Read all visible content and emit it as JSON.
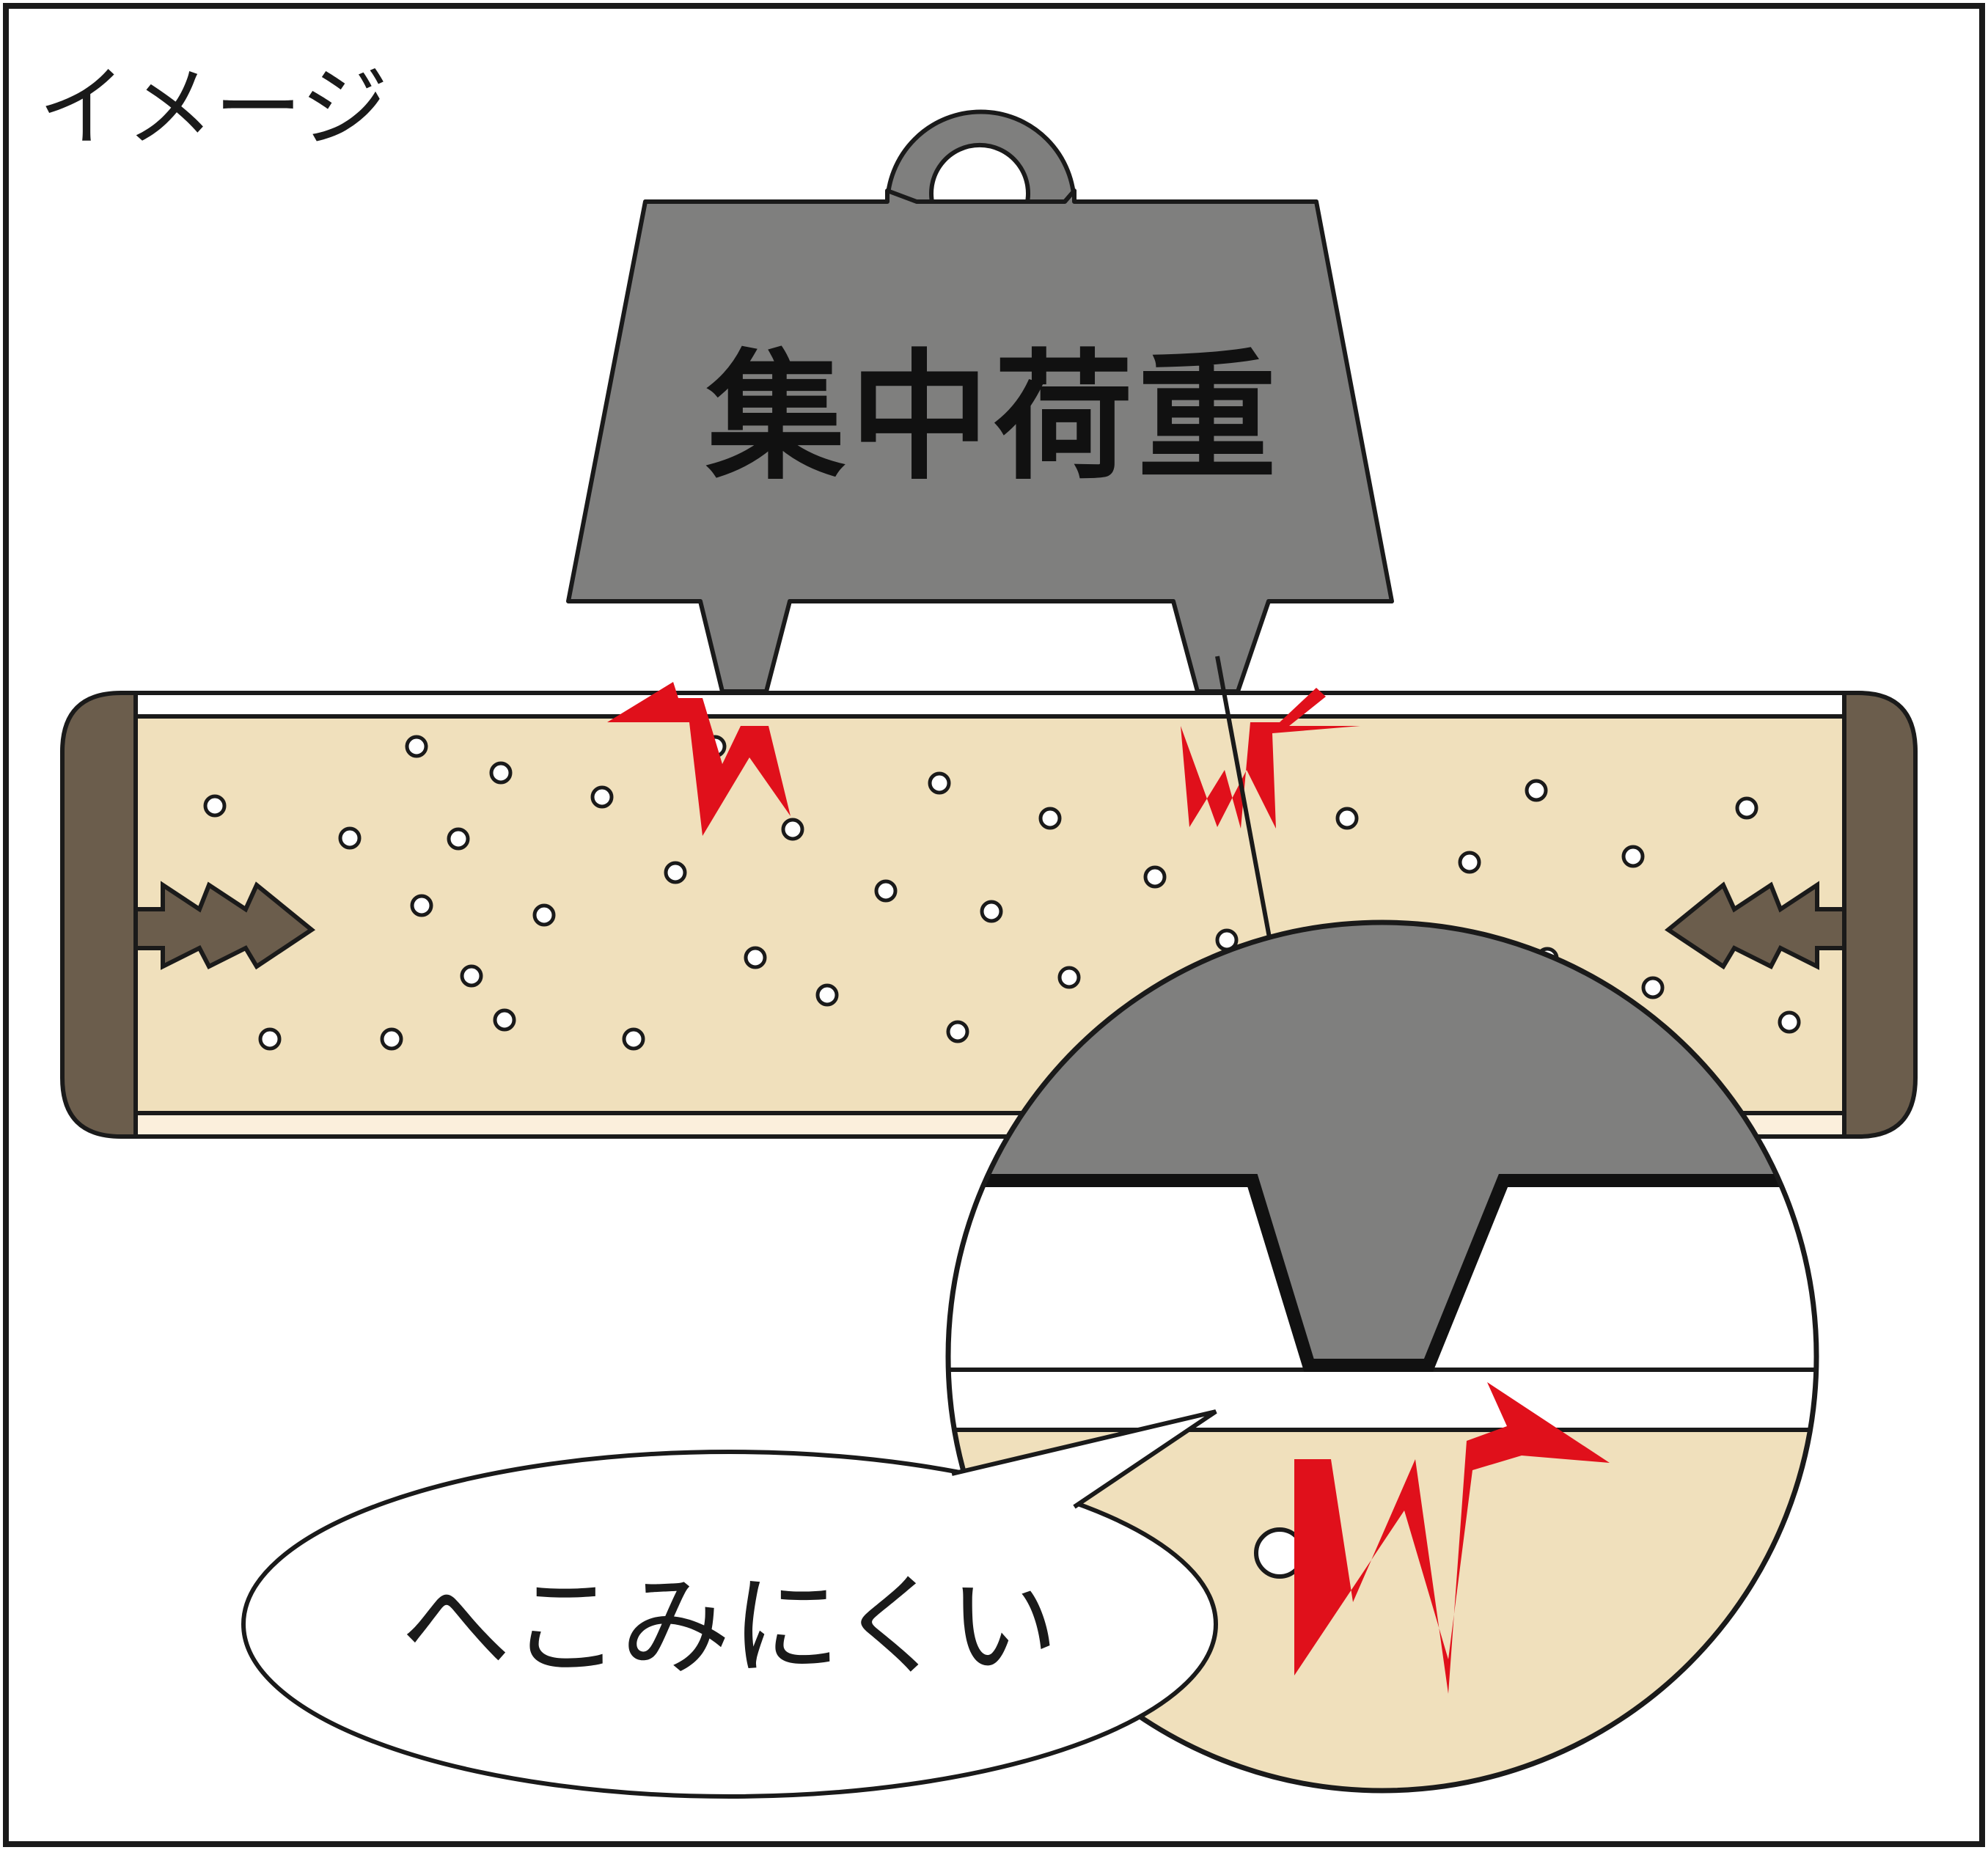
{
  "corner_label": "イメージ",
  "weight_label": "集中荷重",
  "bubble_text": "へこみにくい",
  "colors": {
    "frame": "#1a1a1a",
    "weight_fill": "#7f7f7e",
    "board_core": "#f0e0bc",
    "board_face": "#fffaf0",
    "board_edge": "#6b5d4c",
    "arrow_fill": "#6b5d4c",
    "impact": "#e0101b",
    "bubble_fill": "#ffffff"
  },
  "icons": [
    "weight-icon",
    "impact-mark-icon",
    "compression-arrow-icon",
    "magnifier-circle-icon",
    "speech-bubble-icon"
  ]
}
